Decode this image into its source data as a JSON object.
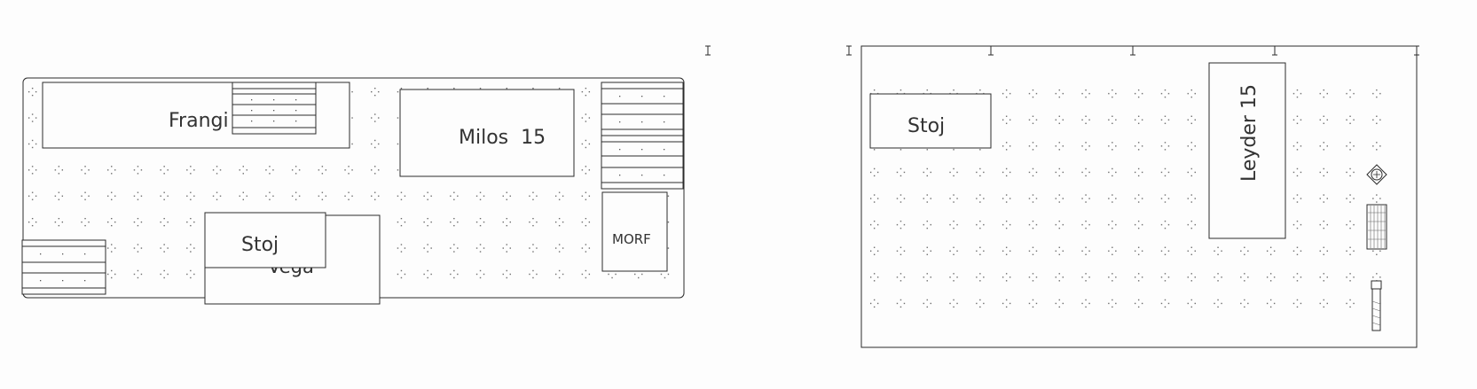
{
  "colors": {
    "background": "#fdfdfd",
    "line": "#2a2a2a",
    "dot": "#555555"
  },
  "left_panel": {
    "labels": {
      "frangi": "Frangi 15",
      "milos": "Milos  15",
      "stoj": "Stoj",
      "vega": "Vega",
      "morf": "MORF"
    }
  },
  "right_panel": {
    "labels": {
      "stoj": "Stoj",
      "leyder": "Leyder 15"
    },
    "icons": [
      "bolt-badge-icon",
      "grille-icon",
      "screw-icon"
    ]
  }
}
